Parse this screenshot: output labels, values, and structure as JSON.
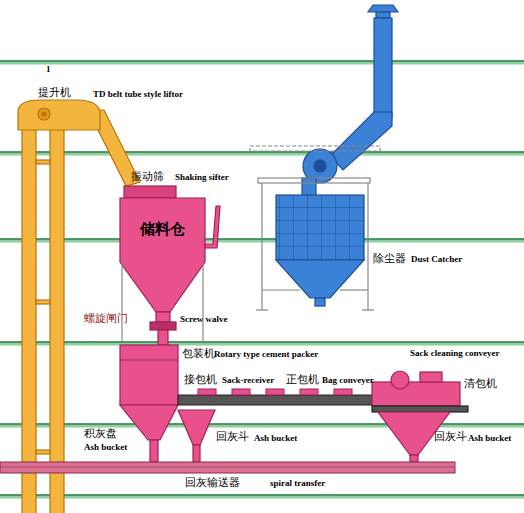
{
  "diagram": {
    "nodes": [
      {
        "text": [
          "储料仓"
        ]
      }
    ],
    "labels": [
      "1",
      "提升机",
      "TD belt tube style liftor",
      "振动筛",
      "Shaking sifter",
      "除尘器",
      "Dust Catcher",
      "螺旋闸门",
      "Screw walve",
      "包装机",
      "Rotary type cement packer",
      "Sack cleaning conveyer",
      "接包机",
      "Sack-receiver",
      "正包机",
      "Bag conveyer",
      "清包机",
      "积灰盘",
      "Ash bucket",
      "回灰斗",
      "Ash bucket",
      "回灰斗",
      "Ash bucket",
      "回灰输送器",
      "spiral transfer"
    ]
  }
}
